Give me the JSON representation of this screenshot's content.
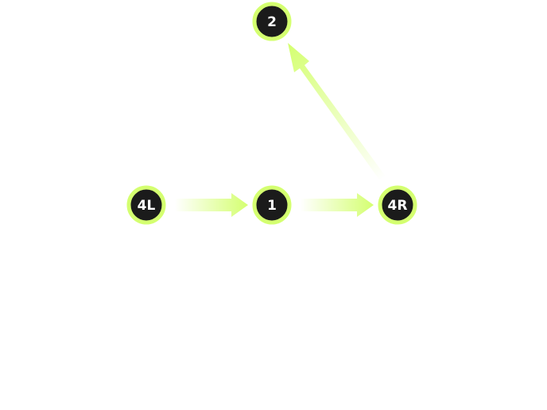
{
  "colors": {
    "accent": "#d4ff70",
    "node_fill": "#1b1b1b",
    "label": "#ffffff",
    "background": "#ffffff"
  },
  "nodes": [
    {
      "id": "n2",
      "label": "2"
    },
    {
      "id": "n4l",
      "label": "4L"
    },
    {
      "id": "n1",
      "label": "1"
    },
    {
      "id": "n4r",
      "label": "4R"
    }
  ],
  "edges": [
    {
      "from": "4L",
      "to": "1"
    },
    {
      "from": "1",
      "to": "4R"
    },
    {
      "from": "4R",
      "to": "2"
    }
  ]
}
